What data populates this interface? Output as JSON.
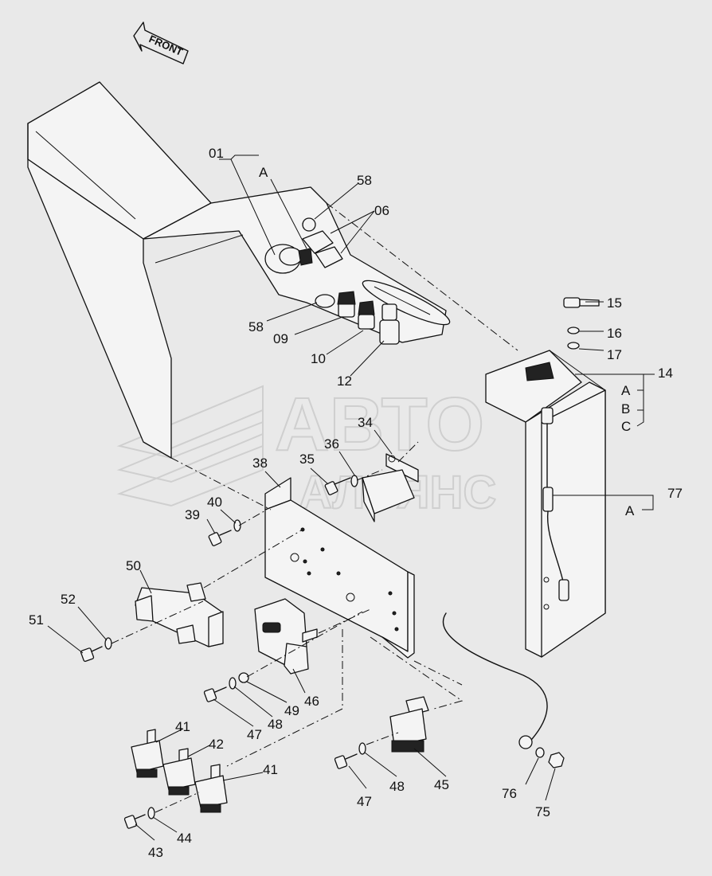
{
  "front_label": "FRONT",
  "watermark": {
    "line1": "АВТО",
    "line2": "АЛЬЯНС"
  },
  "callouts": {
    "c01": "01",
    "cA_top": "A",
    "c58a": "58",
    "c06": "06",
    "c58b": "58",
    "c09": "09",
    "c10": "10",
    "c12": "12",
    "c15": "15",
    "c16": "16",
    "c17": "17",
    "c14": "14",
    "cA14": "A",
    "cB14": "B",
    "cC14": "C",
    "c34": "34",
    "c36": "36",
    "c35": "35",
    "c38": "38",
    "c40": "40",
    "c39": "39",
    "c77": "77",
    "cA77": "A",
    "c50": "50",
    "c52": "52",
    "c51": "51",
    "c46": "46",
    "c49": "49",
    "c48a": "48",
    "c47a": "47",
    "c41a": "41",
    "c42": "42",
    "c41b": "41",
    "c45": "45",
    "c48b": "48",
    "c47b": "47",
    "c76": "76",
    "c75": "75",
    "c44": "44",
    "c43": "43"
  }
}
